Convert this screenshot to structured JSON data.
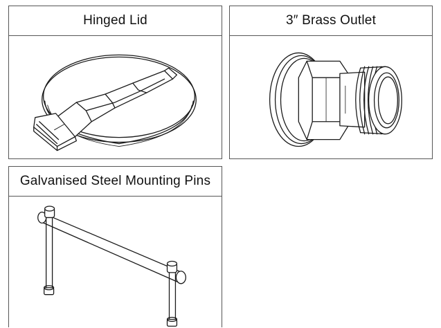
{
  "products": [
    {
      "title": "Hinged Lid",
      "icon": "hinged-lid-drawing"
    },
    {
      "title": "3″ Brass Outlet",
      "icon": "brass-outlet-drawing"
    },
    {
      "title": "Galvanised Steel Mounting Pins",
      "icon": "mounting-pins-drawing"
    }
  ],
  "colors": {
    "border": "#555555",
    "line": "#1a1a1a",
    "background": "#ffffff"
  }
}
